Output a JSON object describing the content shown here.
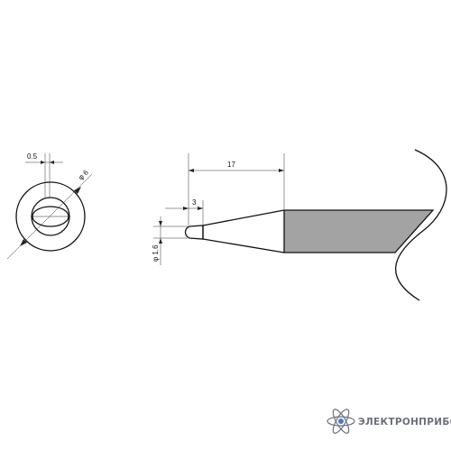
{
  "dimensions": {
    "wall_thickness": "0.5",
    "outer_diameter": "φ 6",
    "overall_length": "17",
    "tip_length": "3",
    "tip_diameter": "φ 1.6"
  },
  "logo": {
    "name": "ЭЛЕКТРОНПРИБОР",
    "icon": "atom-icon"
  },
  "colors": {
    "line": "#111111",
    "barrel_fill": "#a3a3a3",
    "logo_gray": "#6c6f7c",
    "logo_accent": "#4a78c8"
  }
}
